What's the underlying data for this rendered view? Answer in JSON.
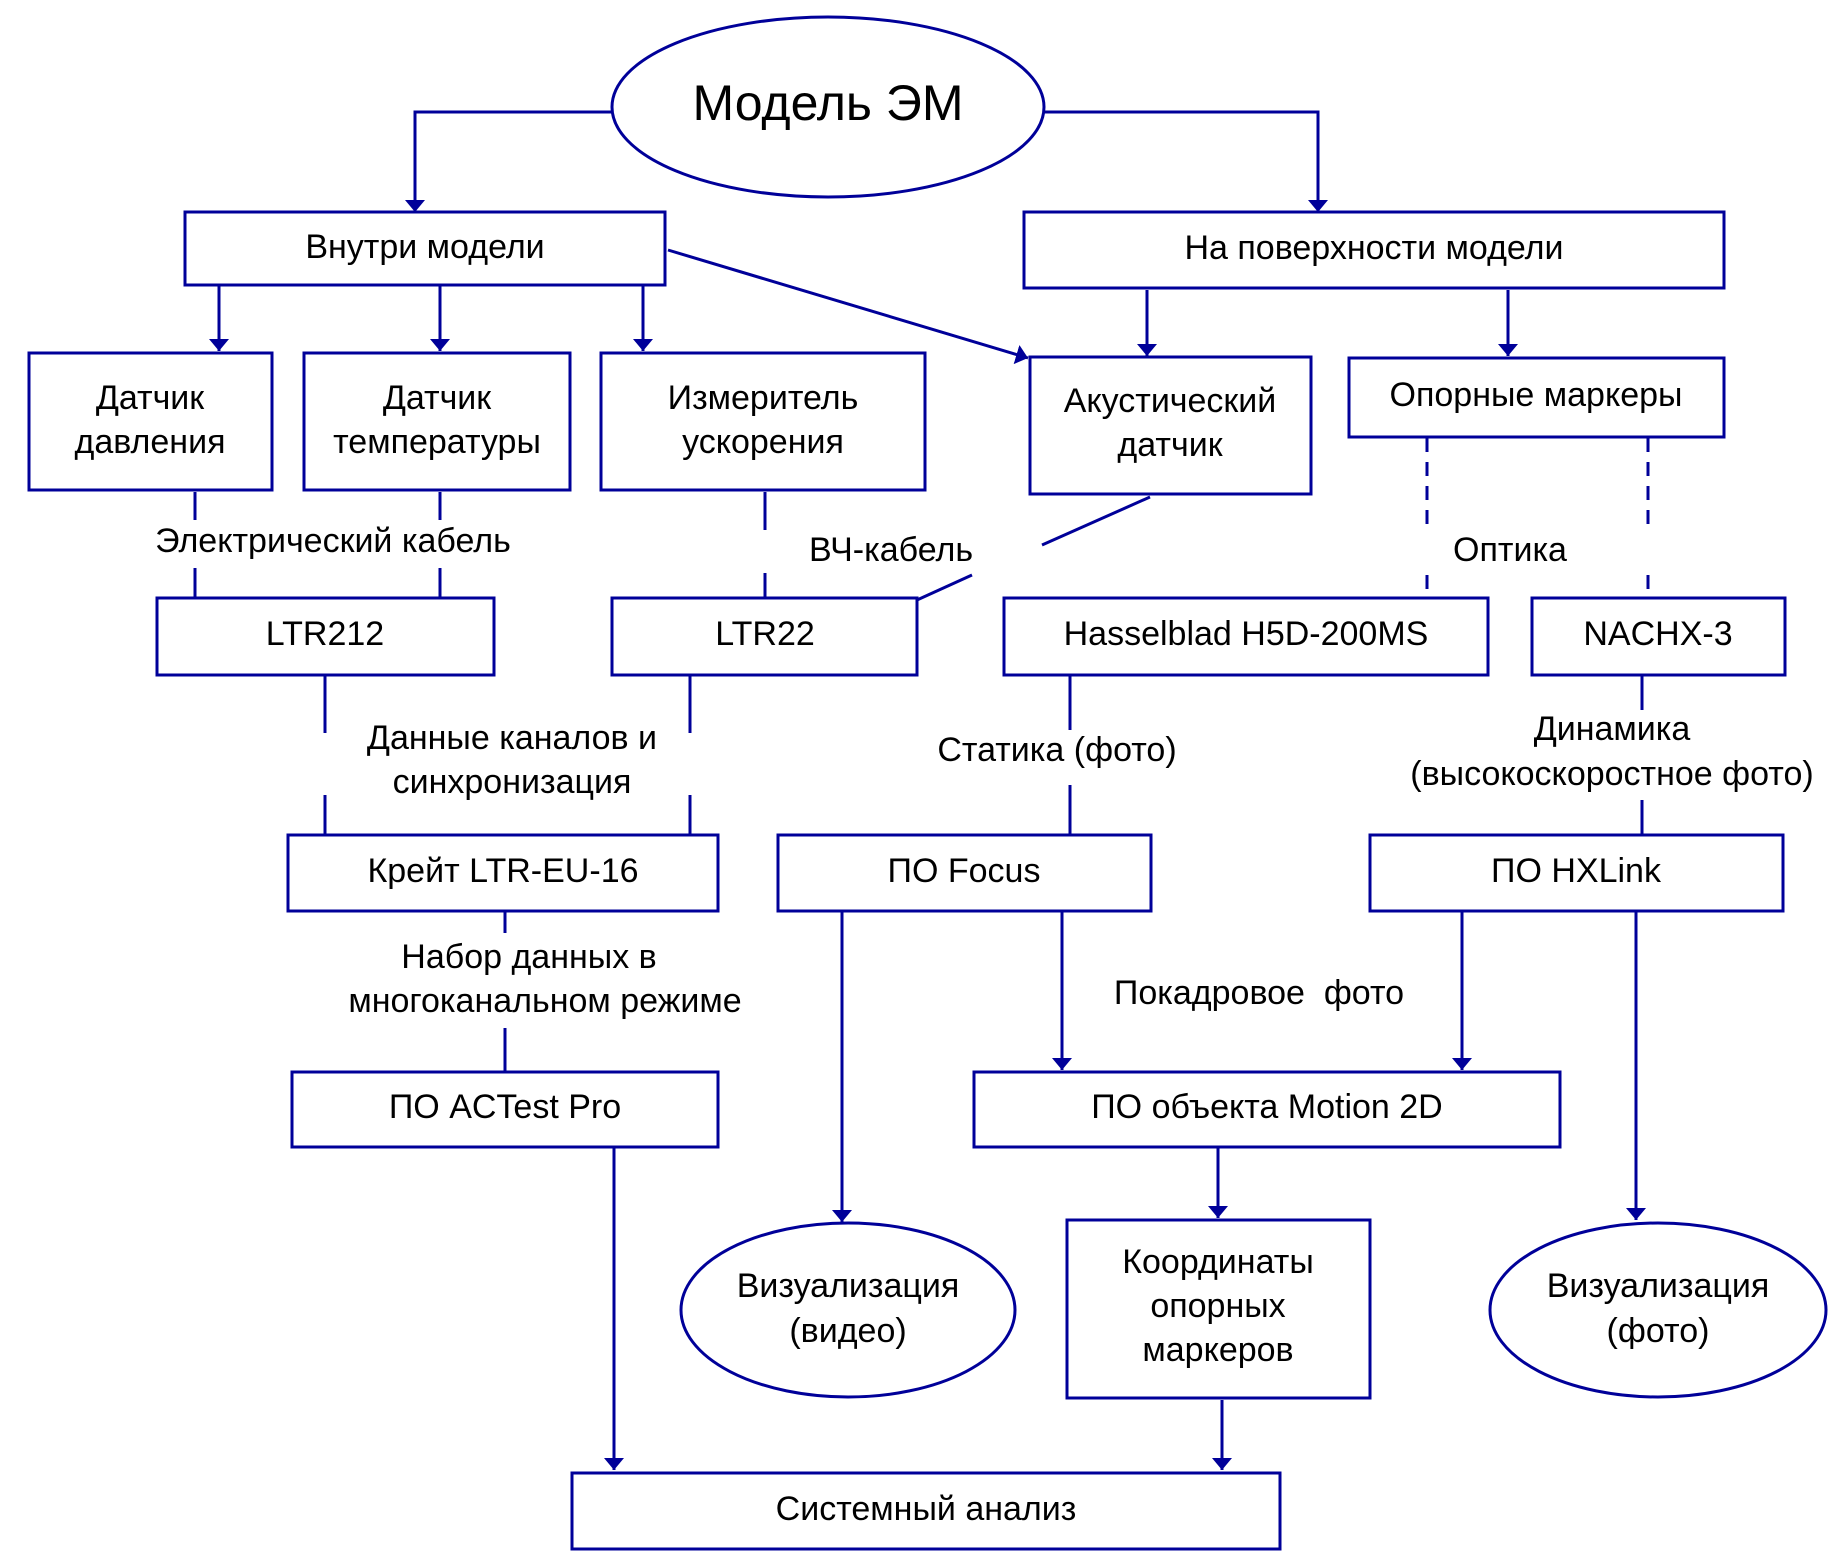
{
  "colors": {
    "stroke": "#000099",
    "text": "#000000",
    "background": "#ffffff"
  },
  "nodes": {
    "model_em": "Модель ЭМ",
    "inside_model": "Внутри модели",
    "surface_model": "На поверхности модели",
    "pressure_sensor": [
      "Датчик",
      "давления"
    ],
    "temperature_sensor": [
      "Датчик",
      "температуры"
    ],
    "acceleration_meter": [
      "Измеритель",
      "ускорения"
    ],
    "acoustic_sensor": [
      "Акустический",
      "датчик"
    ],
    "reference_markers": "Опорные маркеры",
    "ltr212": "LTR212",
    "ltr22": "LTR22",
    "hasselblad": "Hasselblad H5D-200MS",
    "nachx": "NACHX-3",
    "crate": "Крейт LTR-EU-16",
    "po_focus": "ПО Focus",
    "po_hxlink": "ПО HXLink",
    "po_actest": "ПО ACTest Pro",
    "po_motion": "ПО объекта Motion 2D",
    "vis_video": [
      "Визуализация",
      "(видео)"
    ],
    "marker_coords": [
      "Координаты",
      "опорных",
      "маркеров"
    ],
    "vis_photo": [
      "Визуализация",
      "(фото)"
    ],
    "system_analysis": "Системный анализ"
  },
  "edge_labels": {
    "electric_cable": "Электрический кабель",
    "hf_cable": "ВЧ-кабель",
    "optics": "Оптика",
    "channel_data": [
      "Данные каналов и",
      "синхронизация"
    ],
    "statics": "Статика (фото)",
    "dynamics": [
      "Динамика",
      "(высокоскоростное фото)"
    ],
    "multichannel": [
      "Набор данных в",
      "многоканальном режиме"
    ],
    "frame_photo": "Покадровое  фото"
  }
}
